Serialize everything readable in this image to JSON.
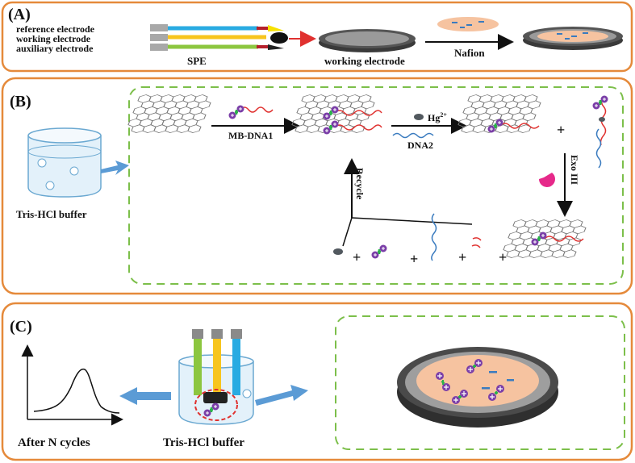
{
  "panels": {
    "a": {
      "letter": "(A)",
      "electrode_labels": [
        "reference electrode",
        "working electrode",
        "auxiliary electrode"
      ],
      "spe_label": "SPE",
      "working_electrode_label": "working electrode",
      "nafion_label": "Nafion"
    },
    "b": {
      "letter": "(B)",
      "buffer_label": "Tris-HCl buffer",
      "mb_dna1_label": "MB-DNA1",
      "hg_label": "Hg",
      "hg_charge": "2+",
      "dna2_label": "DNA2",
      "exo_label": "Exo III",
      "recycle_label": "Recycle",
      "plus_sign": "+"
    },
    "c": {
      "letter": "(C)",
      "cycles_label": "After N cycles",
      "buffer_label": "Tris-HCl buffer"
    }
  },
  "colors": {
    "panel_border": "#e58a3b",
    "dashed_border": "#7cbf4a",
    "arrow_blue": "#5b9bd5",
    "electrode_blue": "#29abe2",
    "electrode_yellow": "#f7c51e",
    "electrode_green": "#8cc63f",
    "mb_purple": "#7b3fa8",
    "dna_red": "#e0312f",
    "exo_pink": "#e6298a",
    "nafion_orange": "#f6c3a0"
  }
}
